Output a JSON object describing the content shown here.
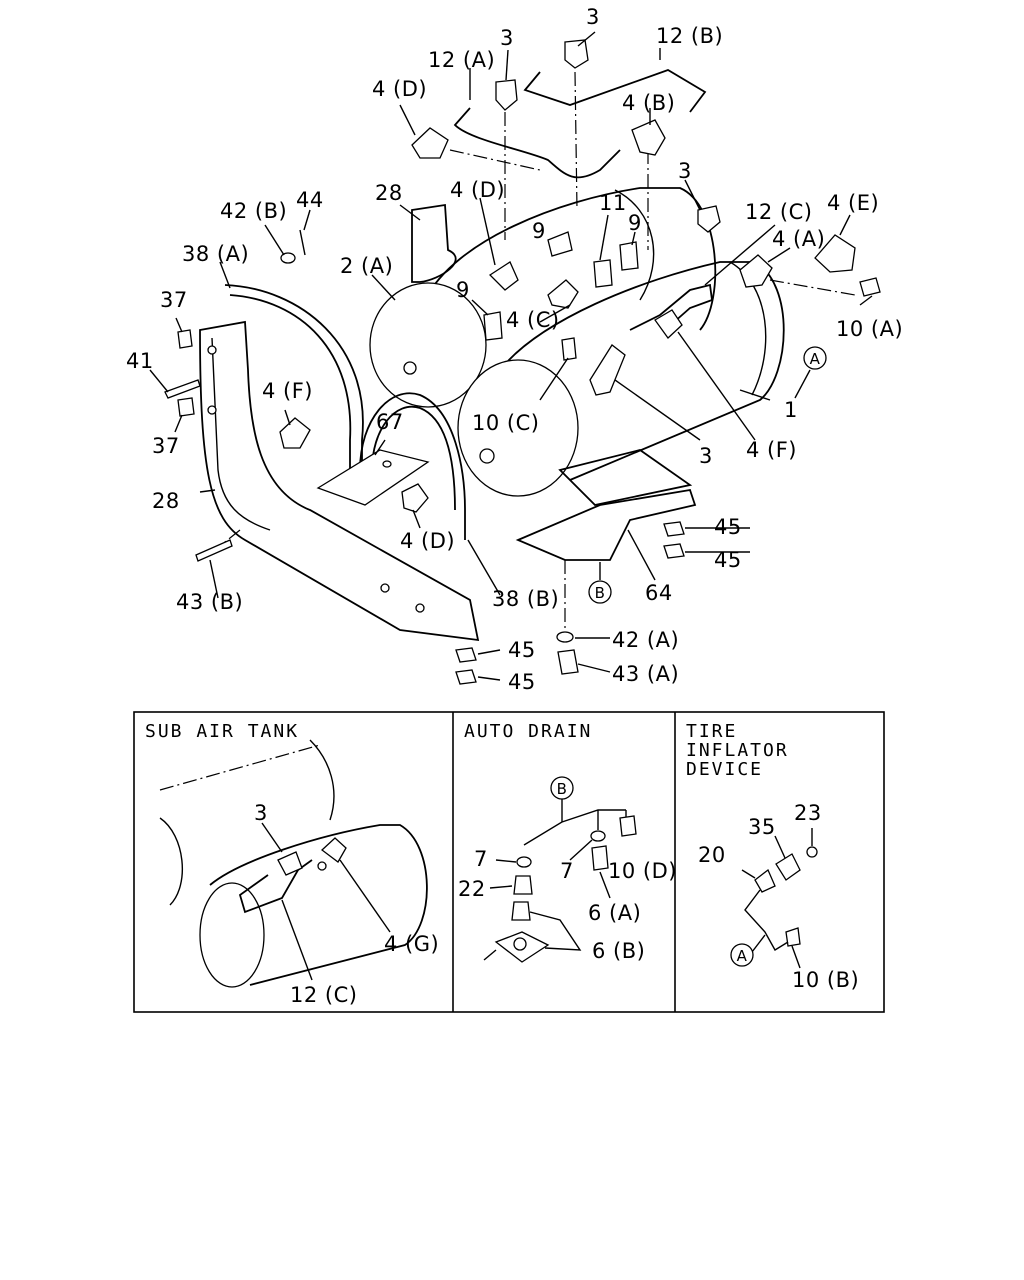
{
  "callouts": {
    "c_3_top": "3",
    "c_12b": "12 (B)",
    "c_3_second": "3",
    "c_12a": "12 (A)",
    "c_4d_top": "4 (D)",
    "c_4b": "4 (B)",
    "c_3_right": "3",
    "c_28_top": "28",
    "c_4d_mid": "4 (D)",
    "c_11": "11",
    "c_9_a": "9",
    "c_9_b": "9",
    "c_12c": "12 (C)",
    "c_4e": "4 (E)",
    "c_4a": "4 (A)",
    "c_42b": "42 (B)",
    "c_44": "44",
    "c_38a": "38 (A)",
    "c_2a": "2 (A)",
    "c_9_c": "9",
    "c_4c": "4 (C)",
    "c_10a": "10 (A)",
    "c_37_top": "37",
    "c_41": "41",
    "c_4f_left": "4 (F)",
    "c_37_bottom": "37",
    "c_67": "67",
    "c_10c": "10 (C)",
    "c_1": "1",
    "c_3_bottom": "3",
    "c_4f_right": "4 (F)",
    "c_28_bottom": "28",
    "c_4d_bottom": "4 (D)",
    "c_45_r1": "45",
    "c_45_r2": "45",
    "c_43b": "43 (B)",
    "c_38b": "38 (B)",
    "c_64": "64",
    "c_42a": "42 (A)",
    "c_45_b1": "45",
    "c_43a": "43 (A)",
    "c_45_b2": "45"
  },
  "markers": {
    "a_main": "A",
    "b_main": "B",
    "b_drain": "B",
    "a_tire": "A"
  },
  "panels": {
    "sub_air_tank": {
      "title": "SUB AIR TANK",
      "labels": {
        "c_3": "3",
        "c_4g": "4 (G)",
        "c_12c": "12 (C)"
      }
    },
    "auto_drain": {
      "title": "AUTO DRAIN",
      "labels": {
        "c_7_left": "7",
        "c_22": "22",
        "c_7_right": "7",
        "c_10d": "10 (D)",
        "c_6a": "6 (A)",
        "c_6b": "6 (B)"
      }
    },
    "tire_inflator": {
      "title_lines": [
        "TIRE",
        "INFLATOR",
        "DEVICE"
      ],
      "labels": {
        "c_23": "23",
        "c_35": "35",
        "c_20": "20",
        "c_10b": "10 (B)"
      }
    }
  }
}
